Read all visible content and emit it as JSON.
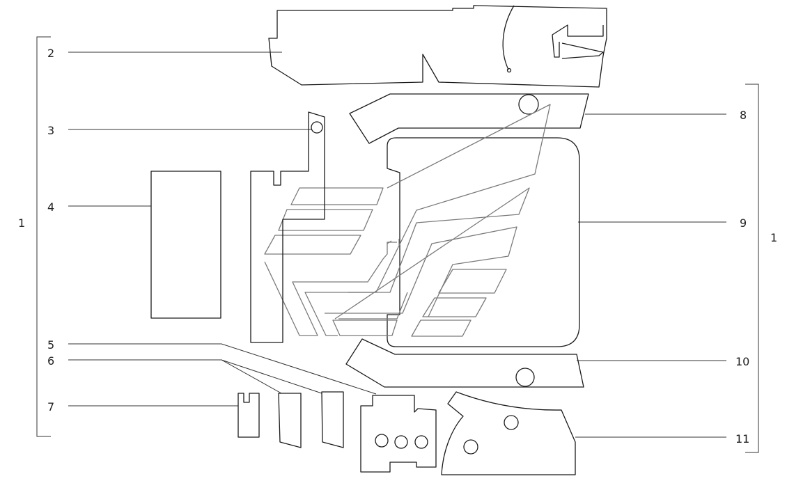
{
  "diagram": {
    "labels": {
      "assembly_left": "1",
      "assembly_right": "1",
      "part_2": "2",
      "part_3": "3",
      "part_4": "4",
      "part_5": "5",
      "part_6": "6",
      "part_7": "7",
      "part_8": "8",
      "part_9": "9",
      "part_10": "10",
      "part_11": "11"
    }
  }
}
